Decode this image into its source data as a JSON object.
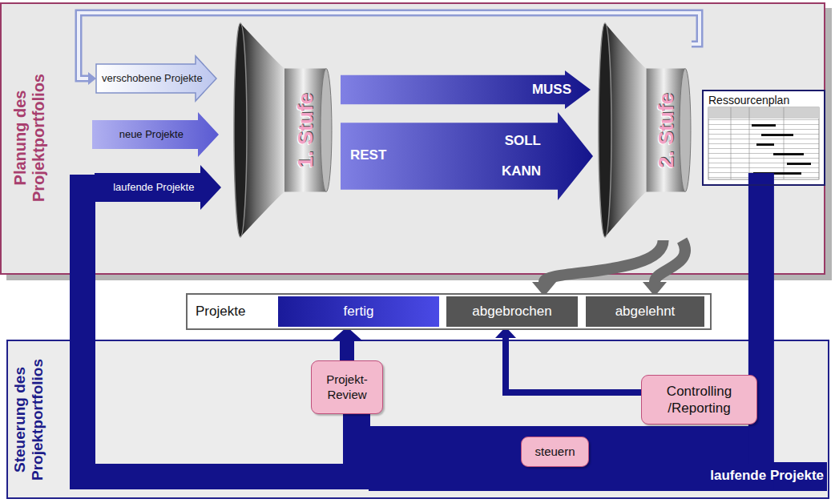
{
  "diagram": {
    "nodes": [
      {
        "text": [
          "Planung des Projektportfolios"
        ]
      },
      {
        "text": [
          "verschobene Projekte"
        ],
        "in": 0
      },
      {
        "text": [
          "neue Projekte"
        ],
        "in": 0
      },
      {
        "text": [
          "laufende Projekte"
        ],
        "in": 0
      },
      {
        "text": [
          "1. Stufe"
        ],
        "in": 0
      },
      {
        "text": [
          "MUSS"
        ],
        "in": 0
      },
      {
        "text": [
          "REST",
          "SOLL",
          "KANN"
        ],
        "in": 0
      },
      {
        "text": [
          "2. Stufe"
        ],
        "in": 0
      },
      {
        "text": [
          "Ressourcenplan"
        ],
        "in": 0
      },
      {
        "text": [
          "Projekte"
        ]
      },
      {
        "text": [
          "fertig"
        ],
        "in": 9
      },
      {
        "text": [
          "abgebrochen"
        ],
        "in": 9
      },
      {
        "text": [
          "abgelehnt"
        ],
        "in": 9
      },
      {
        "text": [
          "Steuerung des Projektportfolios"
        ]
      },
      {
        "text": [
          "Projekt-Review"
        ],
        "in": 13
      },
      {
        "text": [
          "steuern"
        ],
        "in": 13
      },
      {
        "text": [
          "Controlling /Reporting"
        ],
        "in": 13
      }
    ],
    "edges": [
      {
        "from": 7,
        "to": 1,
        "arrow": "to"
      },
      {
        "from": 8,
        "to": 3,
        "arrow": "none"
      },
      {
        "from": 7,
        "to": 11,
        "arrow": "to"
      },
      {
        "from": 7,
        "to": 12,
        "arrow": "to"
      },
      {
        "from": 14,
        "to": 10,
        "arrow": "to"
      },
      {
        "from": 16,
        "to": 11,
        "arrow": "to"
      }
    ],
    "labels": [
      "laufende Projekte"
    ]
  }
}
